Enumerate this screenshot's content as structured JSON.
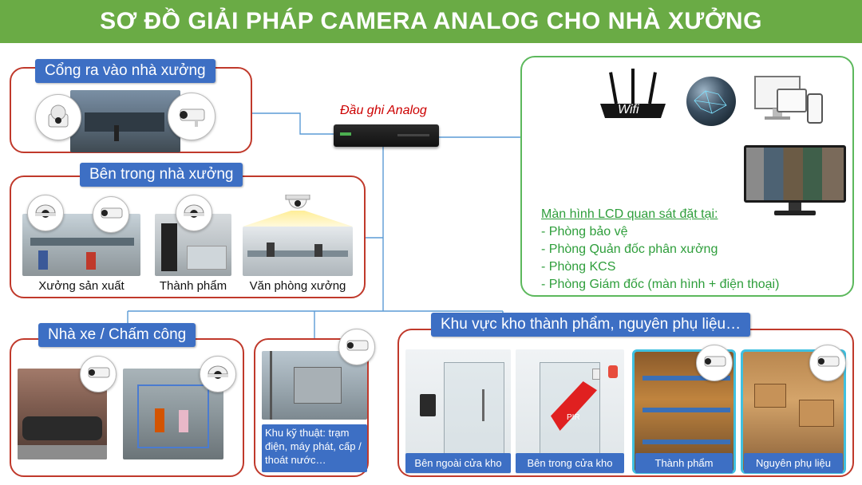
{
  "title": "SƠ ĐỒ GIẢI PHÁP CAMERA ANALOG CHO NHÀ XƯỞNG",
  "recorder": {
    "label": "Đầu ghi Analog"
  },
  "wifi": {
    "label": "Wifi"
  },
  "monitor_info": {
    "heading": "Màn hình  LCD quan sát đặt tại:",
    "items": [
      "- Phòng  bảo vệ",
      "- Phòng  Quản đốc phân xưởng",
      "- Phòng  KCS",
      "- Phòng  Giám đốc (màn hình + điện thoại)"
    ]
  },
  "gate": {
    "tag": "Cổng ra vào nhà xưởng"
  },
  "inside": {
    "tag": "Bên trong nhà xưởng",
    "captions": [
      "Xưởng sản xuất",
      "Thành phẩm",
      "Văn phòng xưởng"
    ]
  },
  "parking": {
    "tag": "Nhà xe / Chấm công"
  },
  "technical": {
    "text": "Khu kỹ thuật: trạm điện, máy phát, cấp / thoát nước…"
  },
  "warehouse": {
    "tag": "Khu vực  kho thành phẩm, nguyên phụ liệu…",
    "captions": [
      "Bên ngoài cửa kho",
      "Bên trong cửa kho",
      "Thành  phẩm",
      "Nguyên  phụ  liệu"
    ],
    "pir_label": "PIR"
  },
  "colors": {
    "title_bg": "#6aab45",
    "tag_bg": "#3d6fc4",
    "panel_red": "#c0392b",
    "panel_green": "#5cb85c",
    "wire": "#5b9bd5",
    "monitor_text": "#2e9e3b",
    "recorder_label": "#cc0000"
  }
}
